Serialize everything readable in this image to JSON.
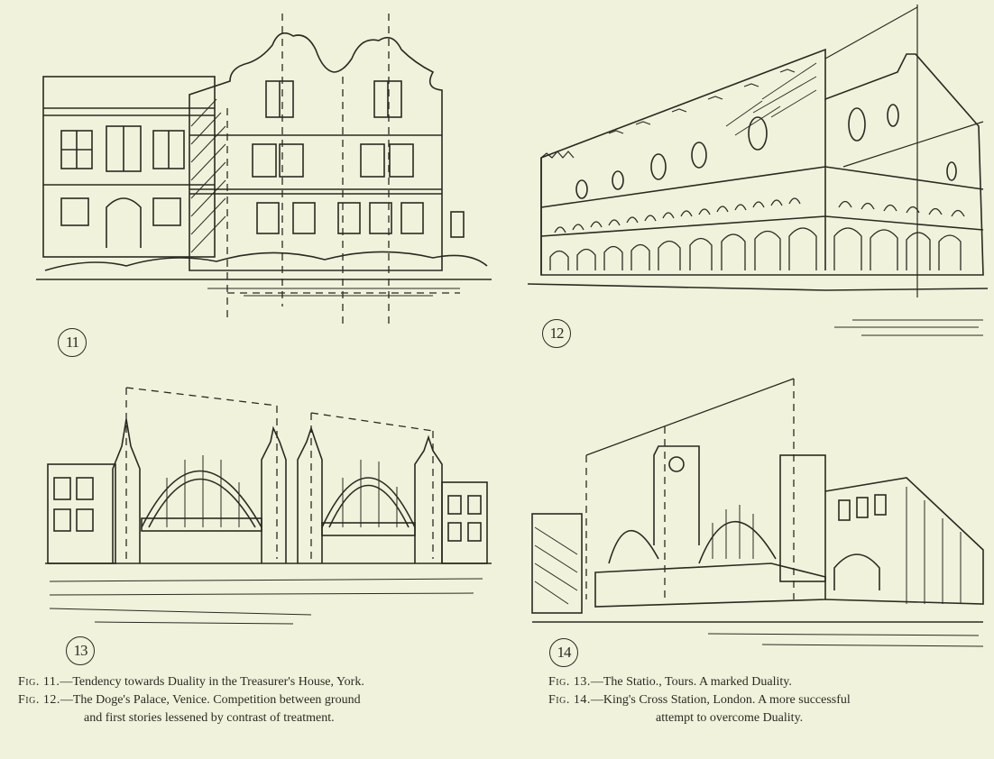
{
  "figures": {
    "fig11": {
      "number": "11"
    },
    "fig12": {
      "number": "12"
    },
    "fig13": {
      "number": "13"
    },
    "fig14": {
      "number": "14"
    }
  },
  "captions": {
    "c11": {
      "label": "Fig. 11.",
      "text": "—Tendency towards Duality in the Treasurer's House, York."
    },
    "c12": {
      "label": "Fig. 12.",
      "text": "—The Doge's Palace, Venice.  Competition between ground",
      "text2": "and first stories lessened by contrast of treatment."
    },
    "c13": {
      "label": "Fig. 13.",
      "text": "—The Statio., Tours.   A marked Duality."
    },
    "c14": {
      "label": "Fig. 14.",
      "text": "—King's Cross Station, London.  A more successful",
      "text2": "attempt to overcome Duality."
    }
  }
}
